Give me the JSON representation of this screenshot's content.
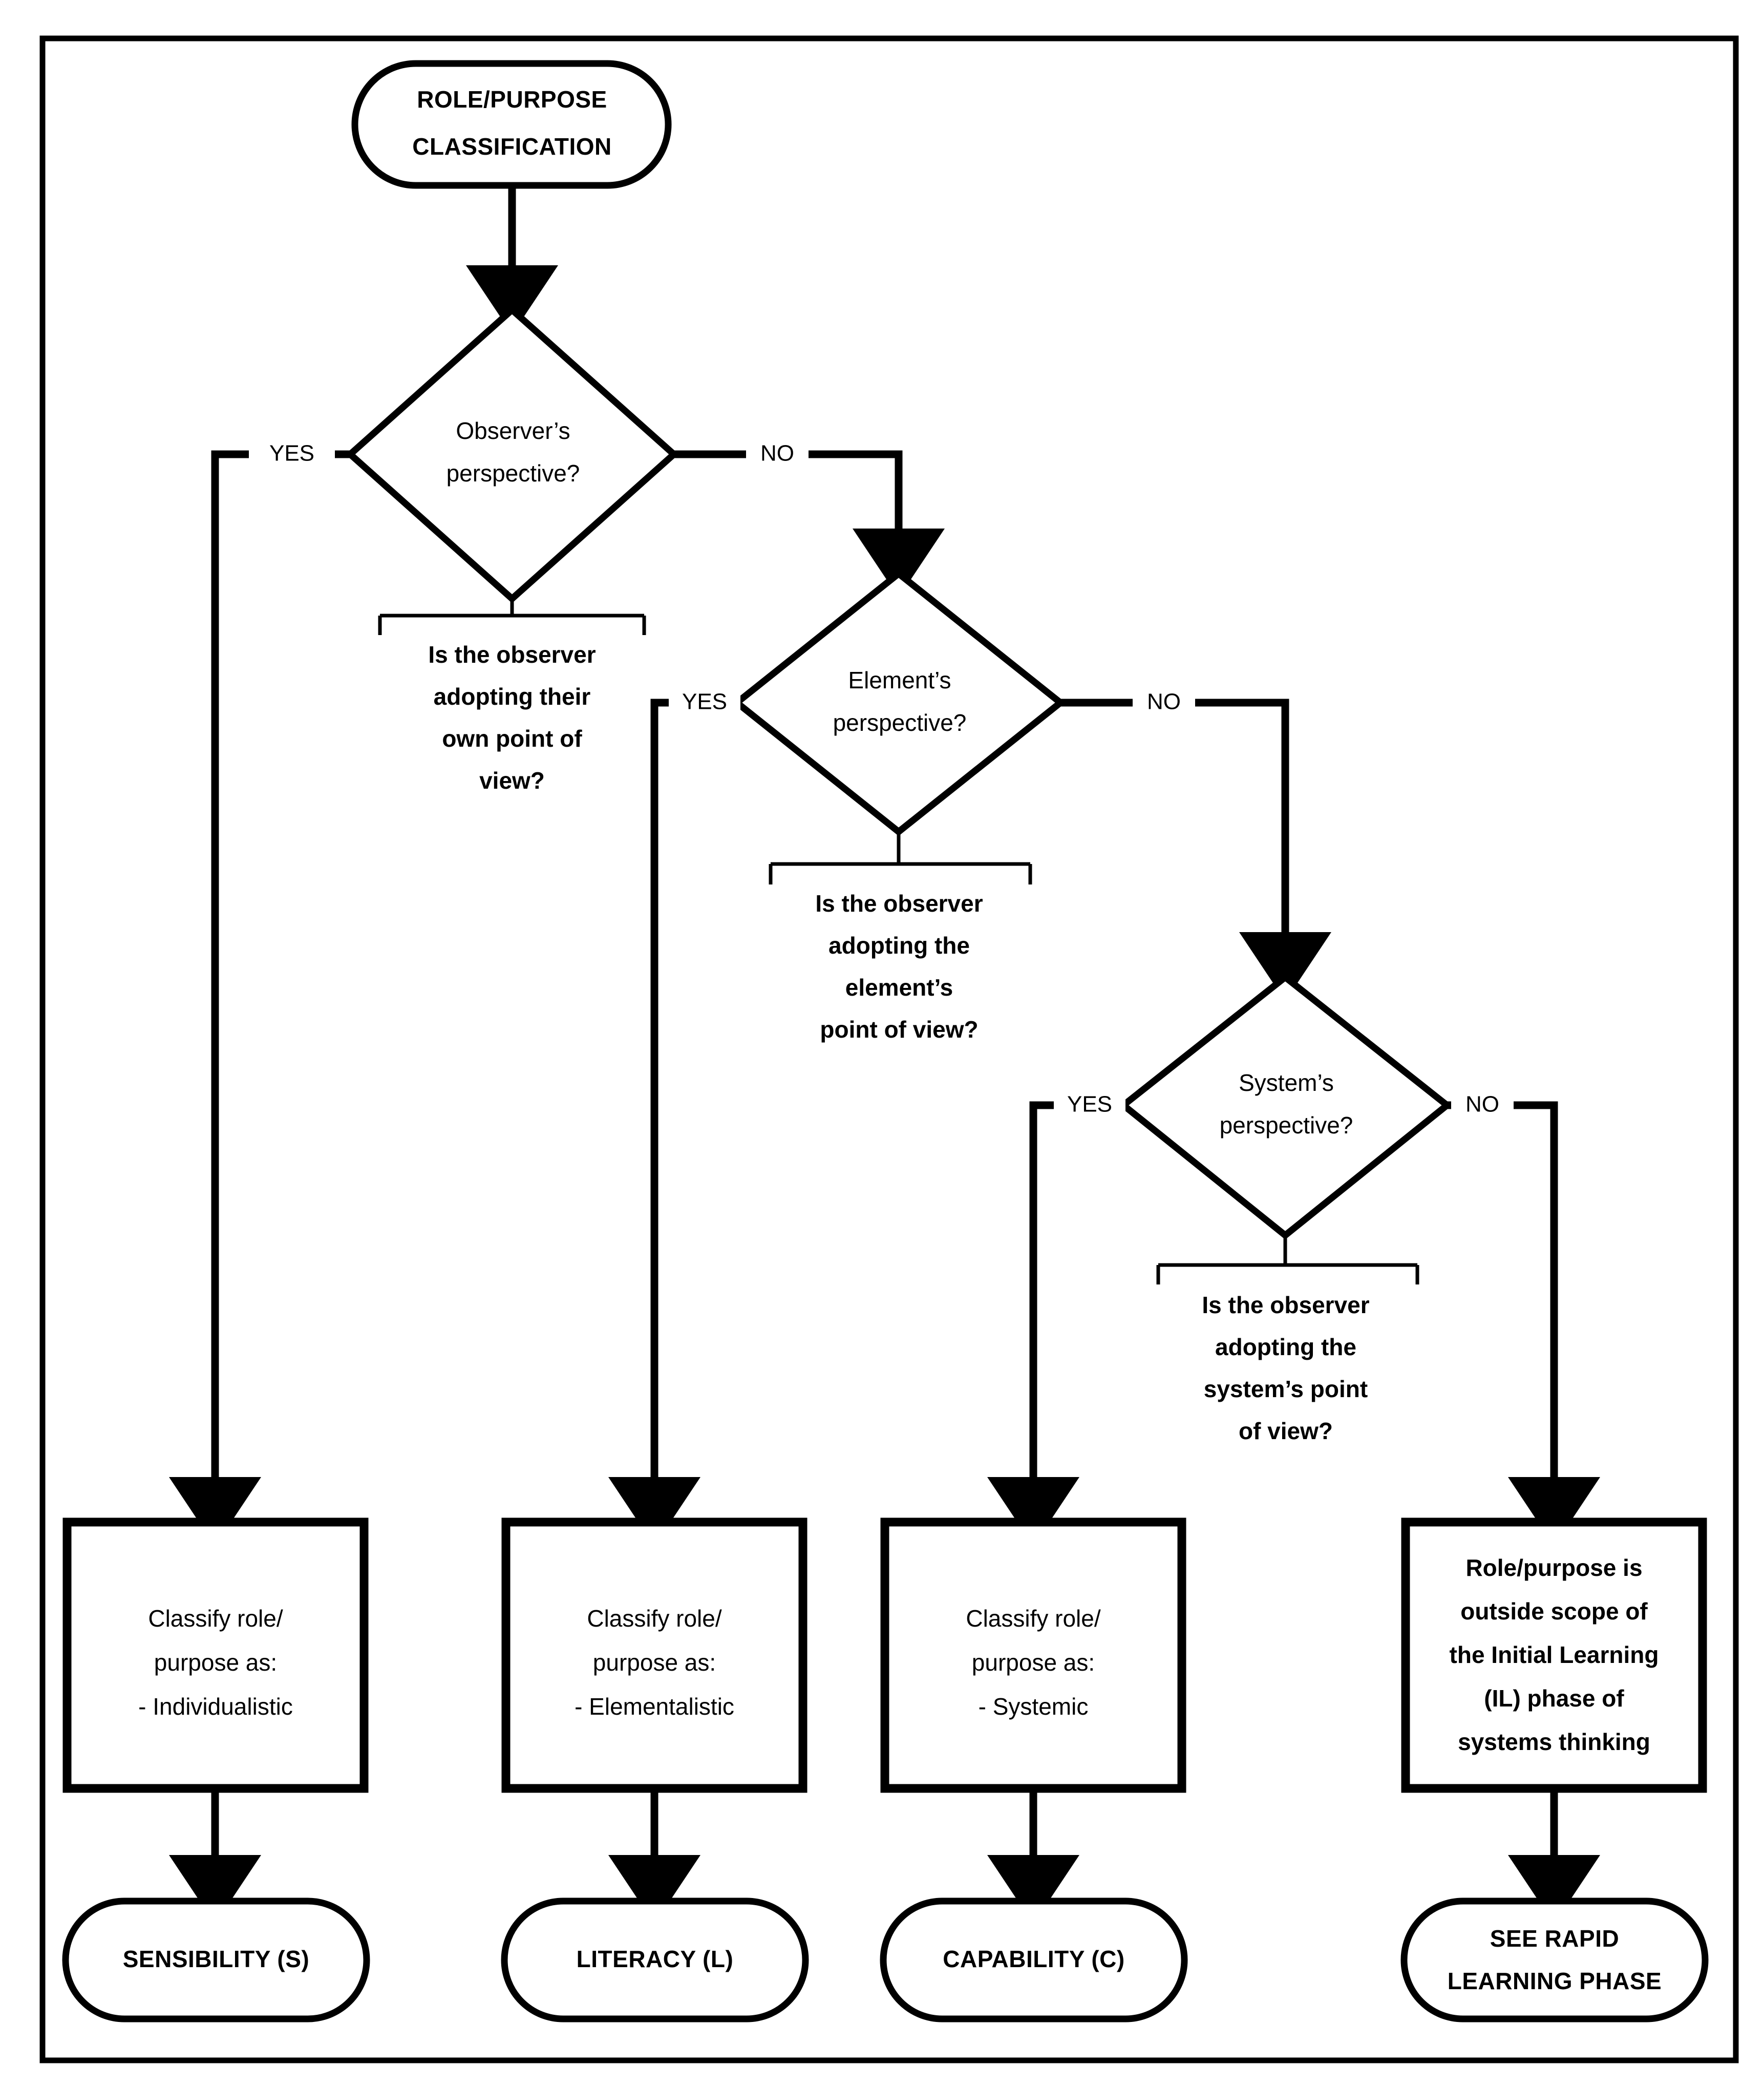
{
  "diagram": {
    "title": "Role/Purpose Classification Flowchart",
    "colors": {
      "stroke": "#000000",
      "fill": "#ffffff",
      "background": "#ffffff"
    },
    "start": {
      "label_lines": [
        "ROLE/PURPOSE",
        "CLASSIFICATION"
      ]
    },
    "decisions": [
      {
        "id": "observer",
        "label_lines": [
          "Observer’s",
          "perspective?"
        ],
        "yes_label": "YES",
        "no_label": "NO",
        "note_lines": [
          "Is the observer",
          "adopting their",
          "own point of",
          "view?"
        ]
      },
      {
        "id": "element",
        "label_lines": [
          "Element’s",
          "perspective?"
        ],
        "yes_label": "YES",
        "no_label": "NO",
        "note_lines": [
          "Is the observer",
          "adopting the",
          "element’s",
          "point of view?"
        ]
      },
      {
        "id": "system",
        "label_lines": [
          "System’s",
          "perspective?"
        ],
        "yes_label": "YES",
        "no_label": "NO",
        "note_lines": [
          "Is the observer",
          "adopting the",
          "system’s point",
          "of view?"
        ]
      }
    ],
    "results": [
      {
        "id": "individualistic",
        "lines": [
          "Classify role/",
          "purpose as:",
          "- Individualistic"
        ]
      },
      {
        "id": "elementalistic",
        "lines": [
          "Classify role/",
          "purpose as:",
          "- Elementalistic"
        ]
      },
      {
        "id": "systemic",
        "lines": [
          "Classify role/",
          "purpose as:",
          "- Systemic"
        ]
      },
      {
        "id": "out-of-scope",
        "lines": [
          "Role/purpose is",
          "outside scope of",
          "the Initial Learning",
          "(IL) phase of",
          "systems thinking"
        ]
      }
    ],
    "terminals": [
      {
        "id": "sensibility",
        "lines": [
          "SENSIBILITY (S)"
        ]
      },
      {
        "id": "literacy",
        "lines": [
          "LITERACY (L)"
        ]
      },
      {
        "id": "capability",
        "lines": [
          "CAPABILITY (C)"
        ]
      },
      {
        "id": "rapid-learning",
        "lines": [
          "SEE RAPID",
          "LEARNING PHASE"
        ]
      }
    ]
  },
  "text": {
    "start_l1": "ROLE/PURPOSE",
    "start_l2": "CLASSIFICATION",
    "d1_l1": "Observer’s",
    "d1_l2": "perspective?",
    "d1_yes": "YES",
    "d1_no": "NO",
    "n1_l1": "Is the observer",
    "n1_l2": "adopting their",
    "n1_l3": "own point of",
    "n1_l4": "view?",
    "d2_l1": "Element’s",
    "d2_l2": "perspective?",
    "d2_yes": "YES",
    "d2_no": "NO",
    "n2_l1": "Is the observer",
    "n2_l2": "adopting the",
    "n2_l3": "element’s",
    "n2_l4": "point of view?",
    "d3_l1": "System’s",
    "d3_l2": "perspective?",
    "d3_yes": "YES",
    "d3_no": "NO",
    "n3_l1": "Is the observer",
    "n3_l2": "adopting the",
    "n3_l3": "system’s point",
    "n3_l4": "of view?",
    "b1_l1": "Classify role/",
    "b1_l2": "purpose as:",
    "b1_l3": "- Individualistic",
    "b2_l1": "Classify role/",
    "b2_l2": "purpose as:",
    "b2_l3": "- Elementalistic",
    "b3_l1": "Classify role/",
    "b3_l2": "purpose as:",
    "b3_l3": "- Systemic",
    "b4_l1": "Role/purpose is",
    "b4_l2": "outside scope of",
    "b4_l3": "the Initial Learning",
    "b4_l4": "(IL) phase of",
    "b4_l5": "systems thinking",
    "t1_l1": "SENSIBILITY (S)",
    "t2_l1": "LITERACY (L)",
    "t3_l1": "CAPABILITY (C)",
    "t4_l1": "SEE RAPID",
    "t4_l2": "LEARNING PHASE"
  }
}
